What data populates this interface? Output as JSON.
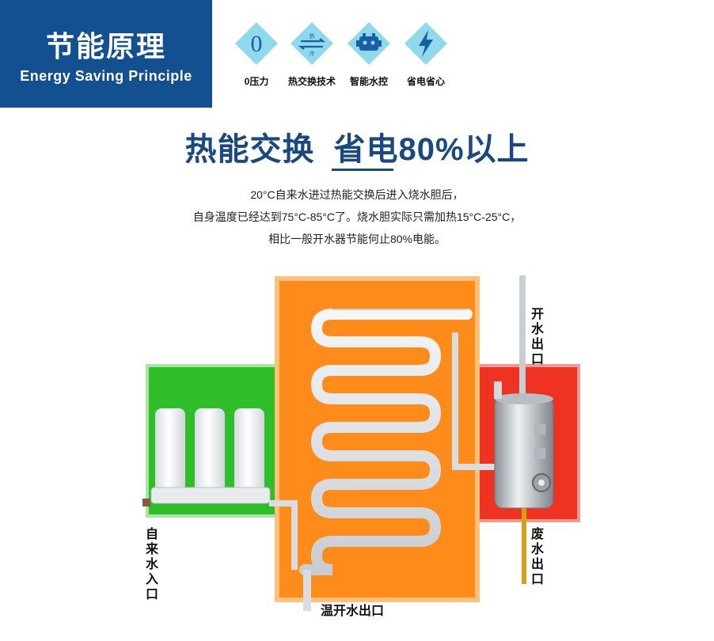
{
  "header": {
    "title_cn": "节能原理",
    "title_en": "Energy Saving Principle"
  },
  "features": [
    {
      "icon": "zero-pressure-icon",
      "label": "0压力",
      "glyph": "0"
    },
    {
      "icon": "heat-exchange-icon",
      "label": "热交换技术",
      "hot": "热",
      "cold": "冷"
    },
    {
      "icon": "smart-control-icon",
      "label": "智能水控"
    },
    {
      "icon": "lightning-icon",
      "label": "省电省心"
    }
  ],
  "headline": {
    "part1": "热能交换",
    "part2": "省电80%以上"
  },
  "description": [
    "20°C自来水进过热能交换后进入烧水胆后，",
    "自身温度已经达到75°C-85°C了。烧水胆实际只需加热15°C-25°C，",
    "相比一般开水器节能何止80%电能。"
  ],
  "labels": {
    "boiling_outlet": "开水出口",
    "tap_inlet": "自来水入口",
    "warm_outlet": "温开水出口",
    "waste_outlet": "废水出口"
  },
  "colors": {
    "brand_blue": "#12508f",
    "diamond": "#8fd9ea",
    "orange": "#ff8c1a",
    "green": "#2fbe2a",
    "red": "#ee3322"
  }
}
